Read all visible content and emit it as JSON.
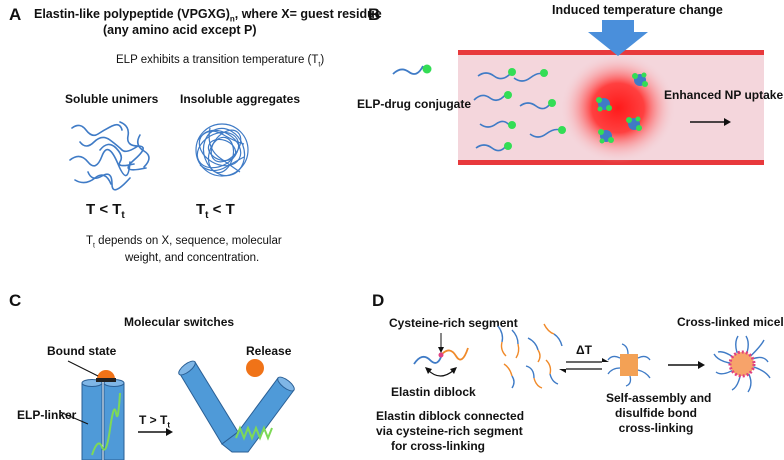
{
  "panel_a": {
    "letter": "A",
    "title_line1_pre": "Elastin-like polypeptide (VPGXG)",
    "title_line1_sub": "n",
    "title_line1_post": ", where X= guest residue",
    "title_line2": "(any amino acid except P)",
    "transition_pre": "ELP exhibits a transition temperature (T",
    "transition_sub": "t",
    "transition_post": ")",
    "soluble_label": "Soluble unimers",
    "insoluble_label": "Insoluble aggregates",
    "cond_left_pre": "T < T",
    "cond_left_sub": "t",
    "cond_right_pre": "T",
    "cond_right_sub": "t",
    "cond_right_post": " < T",
    "depends_pre": "T",
    "depends_sub": "t",
    "depends_post": " depends on X, sequence, molecular",
    "depends_line2": "weight, and concentration."
  },
  "panel_b": {
    "letter": "B",
    "induced": "Induced temperature change",
    "conjugate": "ELP-drug conjugate",
    "uptake": "Enhanced NP uptake"
  },
  "panel_c": {
    "letter": "C",
    "title": "Molecular switches",
    "bound": "Bound state",
    "release": "Release",
    "linker": "ELP-linker",
    "cond_pre": "T > T",
    "cond_sub": "t"
  },
  "panel_d": {
    "letter": "D",
    "cysteine": "Cysteine-rich segment",
    "elastin": "Elastin diblock",
    "delta_t": "ΔT",
    "micelle": "Cross-linked micelle",
    "desc_line1": "Elastin diblock connected",
    "desc_line2": "via cysteine-rich segment",
    "desc_line3": "for cross-linking",
    "assembly_line1": "Self-assembly and",
    "assembly_line2": "disulfide bond",
    "assembly_line3": "cross-linking"
  },
  "colors": {
    "vessel_wall": "#e8393c",
    "vessel_fill": "#f4d6dc",
    "hotspot": "#ff2020",
    "arrow_blue": "#4a8fdb",
    "strand_blue": "#3f7bc6",
    "drug_green": "#33dd55",
    "cylinder_blue": "#4f9ad8",
    "linker_green": "#7ed957",
    "cargo_orange": "#f07318",
    "segment_orange": "#f08a2a",
    "core_orange": "#f7a36a"
  },
  "icons": [
    "downward-arrow-icon",
    "right-arrow-icon",
    "equilibrium-arrows-icon",
    "double-headed-curved-arrow-icon"
  ]
}
